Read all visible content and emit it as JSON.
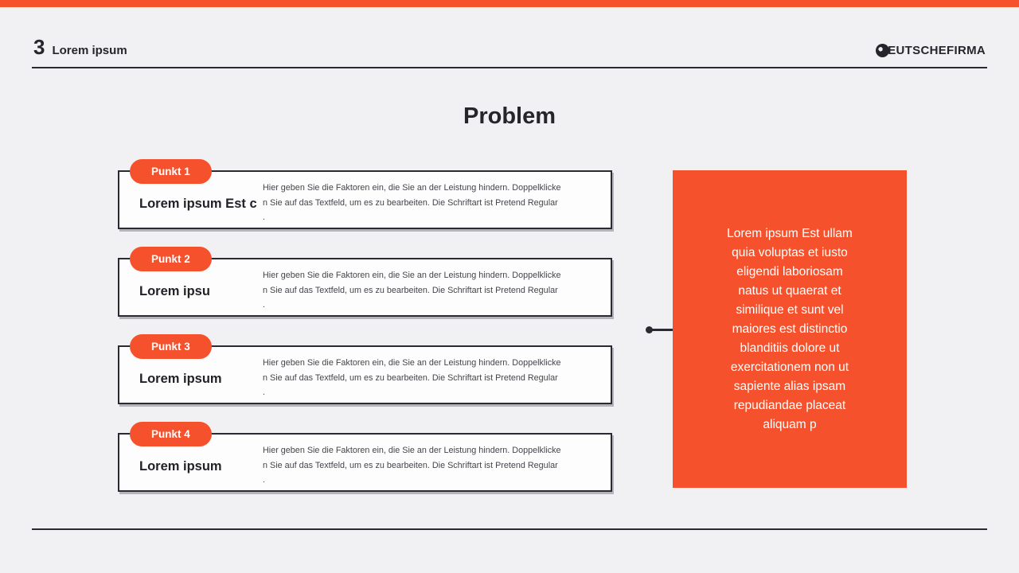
{
  "page": {
    "bg_color": "#f1f0f2",
    "accent_color": "#f5512c",
    "dark_color": "#2b2a33",
    "card_bg_color": "#fdfdfd"
  },
  "header": {
    "slide_number": "3",
    "slide_label": "Lorem ipsum",
    "brand_text": "EUTSCHEFIRMA",
    "brand_icon": "brand-mark-icon"
  },
  "main": {
    "title": "Problem",
    "items": [
      {
        "pill": "Punkt 1",
        "title": "Lorem ipsum Est c",
        "description": "Hier geben Sie die Faktoren ein, die Sie an der Leistung hindern. Doppelklicke\nn Sie auf das Textfeld, um es zu bearbeiten. Die Schriftart ist Pretend Regular\n."
      },
      {
        "pill": "Punkt 2",
        "title": "Lorem ipsu",
        "description": "Hier geben Sie die Faktoren ein, die Sie an der Leistung hindern. Doppelklicke\nn Sie auf das Textfeld, um es zu bearbeiten. Die Schriftart ist Pretend Regular\n."
      },
      {
        "pill": "Punkt 3",
        "title": "Lorem ipsum",
        "description": "Hier geben Sie die Faktoren ein, die Sie an der Leistung hindern. Doppelklicke\nn Sie auf das Textfeld, um es zu bearbeiten. Die Schriftart ist Pretend Regular\n."
      },
      {
        "pill": "Punkt 4",
        "title": "Lorem ipsum",
        "description": "Hier geben Sie die Faktoren ein, die Sie an der Leistung hindern. Doppelklicke\nn Sie auf das Textfeld, um es zu bearbeiten. Die Schriftart ist Pretend Regular\n."
      }
    ],
    "callout": {
      "text": "Lorem ipsum Est ullam\nquia voluptas et iusto\neligendi laboriosam\nnatus ut quaerat et\nsimilique et sunt vel\nmaiores est distinctio\nblanditiis dolore ut\nexercitationem non ut\nsapiente alias ipsam\nrepudiandae placeat\naliquam p"
    },
    "icons": {
      "connector_dot": "filled-circle",
      "brand_mark": "dark-circle-with-dot"
    }
  }
}
